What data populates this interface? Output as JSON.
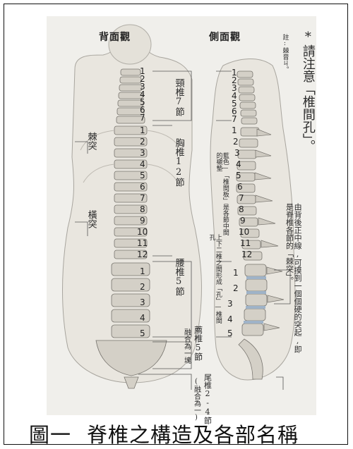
{
  "headers": {
    "back": "背面觀",
    "side": "側面觀"
  },
  "back_numbers": {
    "cervical": [
      "1",
      "2",
      "3",
      "4",
      "5",
      "6",
      "7"
    ],
    "thoracic": [
      "1",
      "2",
      "3",
      "4",
      "5",
      "6",
      "7",
      "8",
      "9",
      "10",
      "11",
      "12"
    ],
    "lumbar": [
      "1",
      "2",
      "3",
      "4",
      "5"
    ]
  },
  "side_numbers": {
    "cervical": [
      "1",
      "2",
      "3",
      "4",
      "5",
      "6",
      "7"
    ],
    "thoracic": [
      "1",
      "2",
      "3",
      "4",
      "5",
      "6",
      "7",
      "8",
      "9",
      "10",
      "11",
      "12"
    ],
    "lumbar": [
      "1",
      "2",
      "3",
      "4",
      "5"
    ]
  },
  "labels": {
    "cervical": "頸椎7節",
    "thoracic": "胸椎12節",
    "lumbar": "腰椎5節",
    "sacrum": "薦椎5節",
    "sacrum_note": "融合為一塊",
    "coccyx": "尾椎2-4節",
    "coccyx_note": "(融合為一)",
    "spinous": "棘突",
    "transverse": "橫突",
    "disc_note": "藍色—「椎間板」是各節中間的襯墊",
    "foramen_note": "上下二椎之間形成「孔」—椎間孔",
    "margin_note": "註:棘音ㄐ。",
    "attention": "*請注意「椎間孔」。",
    "right_note": "由背後正中線,可摸到一個個硬的突起,即是脊椎各節的「棘突」。"
  },
  "caption": {
    "figure": "圖一",
    "title": "脊椎之構造及各部名稱"
  },
  "colors": {
    "bone": "#d9d6cf",
    "bone_edge": "#8a8a86",
    "disc": "#9fb3c8",
    "skin": "#e6e3dc",
    "outline": "#9a9890"
  }
}
